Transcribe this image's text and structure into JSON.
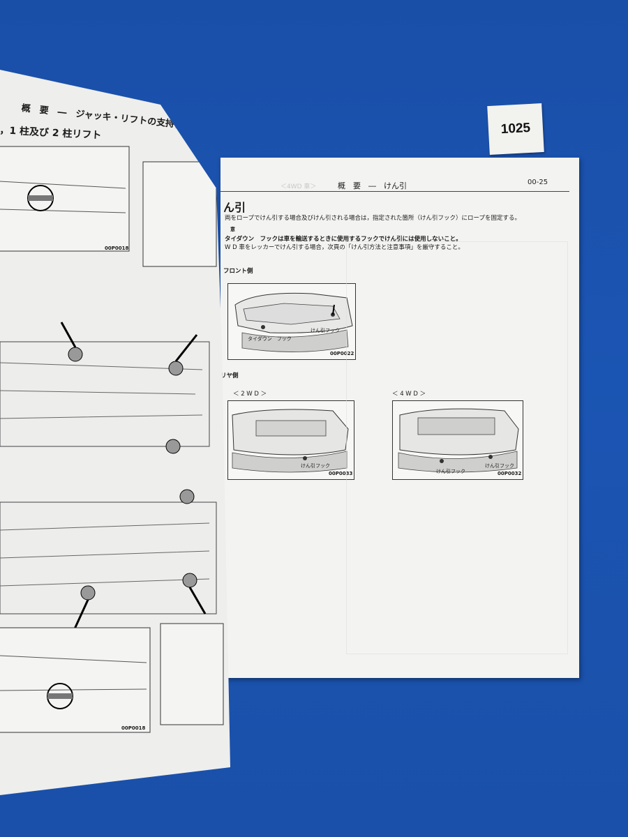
{
  "sticker": {
    "number": "1025"
  },
  "left_page": {
    "header": "概　要　―　ジャッキ・リフトの支持位置",
    "subtitle": "，1 柱及び 2 柱リフト",
    "fig_label_top": "00P0018",
    "fig_label_bottom": "00P0018"
  },
  "right_page": {
    "header_ghost": "＜4WD 車＞",
    "header": "概　要　―　けん引",
    "page_number": "00-25",
    "section_title": "ん引",
    "intro_line": "両をロープでけん引する場合及びけん引される場合は，指定された箇所（けん引フック）にロープを固定する。",
    "caution_label": "意",
    "caution_line1": "タイダウン　フックは車を輸送するときに使用するフックでけん引には使用しないこと。",
    "caution_line2": "W D 車をレッカーでけん引する場合，次頁の「けん引方法と注意事項」を厳守すること。",
    "front_label": "フロント側",
    "front_fig": {
      "label1": "タイダウン　フック",
      "label2": "けん引フック",
      "code": "00P0022"
    },
    "rear_label": "リヤ側",
    "rear_2wd": {
      "title": "＜ 2 W D ＞",
      "hook": "けん引フック",
      "code": "00P0033"
    },
    "rear_4wd": {
      "title": "＜ 4 W D ＞",
      "hook1": "けん引フック",
      "hook2": "けん引フック",
      "code": "00P0032"
    }
  }
}
